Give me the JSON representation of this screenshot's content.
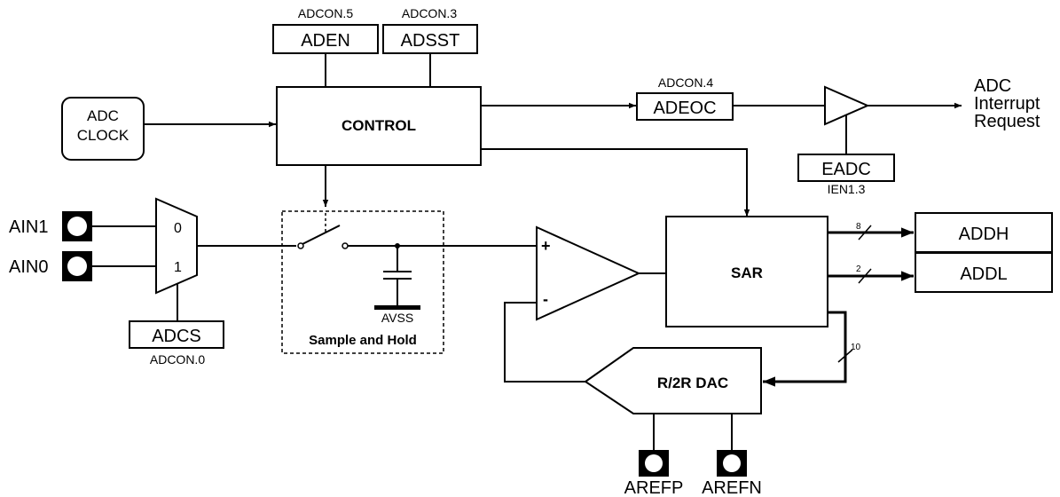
{
  "blocks": {
    "control": "CONTROL",
    "sar": "SAR",
    "dac": "R/2R DAC",
    "adc_clock_line1": "ADC",
    "adc_clock_line2": "CLOCK",
    "sample_hold": "Sample and Hold"
  },
  "registers": {
    "aden": {
      "label": "ADEN",
      "caption": "ADCON.5"
    },
    "adsst": {
      "label": "ADSST",
      "caption": "ADCON.3"
    },
    "adeoc": {
      "label": "ADEOC",
      "caption": "ADCON.4"
    },
    "eadc": {
      "label": "EADC",
      "caption": "IEN1.3"
    },
    "adcs": {
      "label": "ADCS",
      "caption": "ADCON.0"
    },
    "addh": {
      "label": "ADDH"
    },
    "addl": {
      "label": "ADDL"
    }
  },
  "pins": {
    "ain1": "AIN1",
    "ain0": "AIN0",
    "arefp": "AREFP",
    "arefn": "AREFN"
  },
  "mux": {
    "input0": "0",
    "input1": "1"
  },
  "comparator": {
    "plus": "+",
    "minus": "-"
  },
  "ground": "AVSS",
  "output": {
    "line1": "ADC",
    "line2": "Interrupt",
    "line3": "Request"
  },
  "bus_widths": {
    "addh": "8",
    "addl": "2",
    "dac": "10"
  }
}
